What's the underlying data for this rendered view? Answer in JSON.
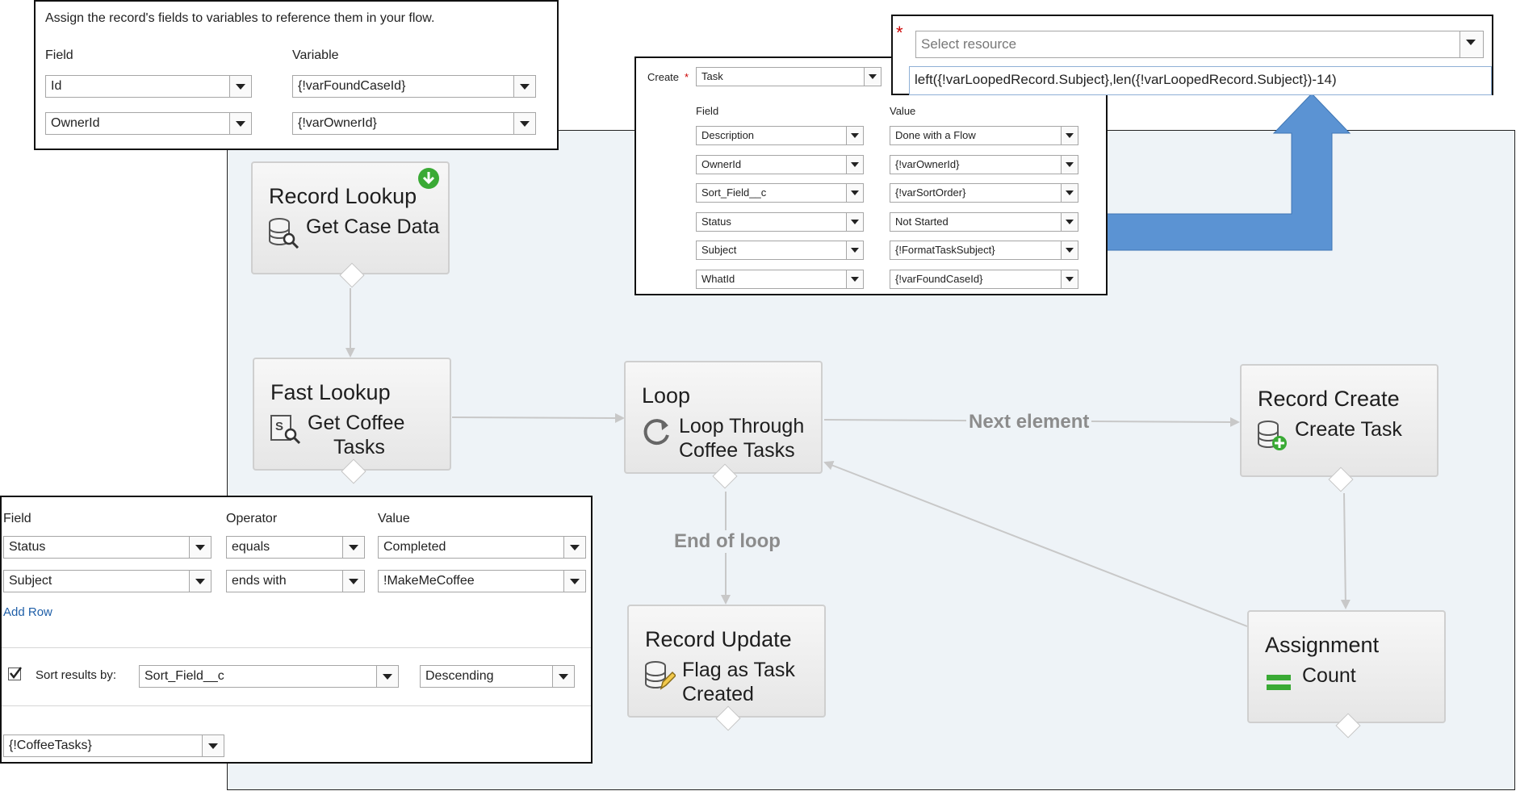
{
  "nodes": {
    "record_lookup": {
      "type": "Record Lookup",
      "name": "Get Case Data"
    },
    "fast_lookup": {
      "type": "Fast Lookup",
      "name_l1": "Get Coffee",
      "name_l2": "Tasks"
    },
    "loop": {
      "type": "Loop",
      "name_l1": "Loop Through",
      "name_l2": "Coffee Tasks"
    },
    "record_create": {
      "type": "Record Create",
      "name": "Create Task"
    },
    "record_update": {
      "type": "Record Update",
      "name_l1": "Flag as Task",
      "name_l2": "Created"
    },
    "assignment": {
      "type": "Assignment",
      "name": "Count"
    }
  },
  "path_labels": {
    "next_element": "Next element",
    "end_of_loop": "End of loop"
  },
  "lookup_panel": {
    "instruction": "Assign the record's fields to variables to reference them in your flow.",
    "field_header": "Field",
    "variable_header": "Variable",
    "rows": [
      {
        "field": "Id",
        "variable": "{!varFoundCaseId}"
      },
      {
        "field": "OwnerId",
        "variable": "{!varOwnerId}"
      }
    ]
  },
  "create_panel": {
    "create_label": "Create",
    "object": "Task",
    "field_header": "Field",
    "value_header": "Value",
    "rows": [
      {
        "field": "Description",
        "value": "Done with a Flow"
      },
      {
        "field": "OwnerId",
        "value": "{!varOwnerId}"
      },
      {
        "field": "Sort_Field__c",
        "value": "{!varSortOrder}"
      },
      {
        "field": "Status",
        "value": "Not Started"
      },
      {
        "field": "Subject",
        "value": "{!FormatTaskSubject}"
      },
      {
        "field": "WhatId",
        "value": "{!varFoundCaseId}"
      }
    ]
  },
  "formula_panel": {
    "placeholder": "Select resource",
    "formula": "left({!varLoopedRecord.Subject},len({!varLoopedRecord.Subject})-14)"
  },
  "filter_panel": {
    "field_header": "Field",
    "operator_header": "Operator",
    "value_header": "Value",
    "rows": [
      {
        "field": "Status",
        "operator": "equals",
        "value": "Completed"
      },
      {
        "field": "Subject",
        "operator": "ends with",
        "value": "!MakeMeCoffee"
      }
    ],
    "add_row": "Add Row",
    "sort_label": "Sort results by:",
    "sort_field": "Sort_Field__c",
    "sort_order": "Descending",
    "output_var": "{!CoffeeTasks}"
  },
  "colors": {
    "arrow_blue": "#5b93d3",
    "canvas_bg": "#eef3f7",
    "start_green": "#3aaa35"
  }
}
